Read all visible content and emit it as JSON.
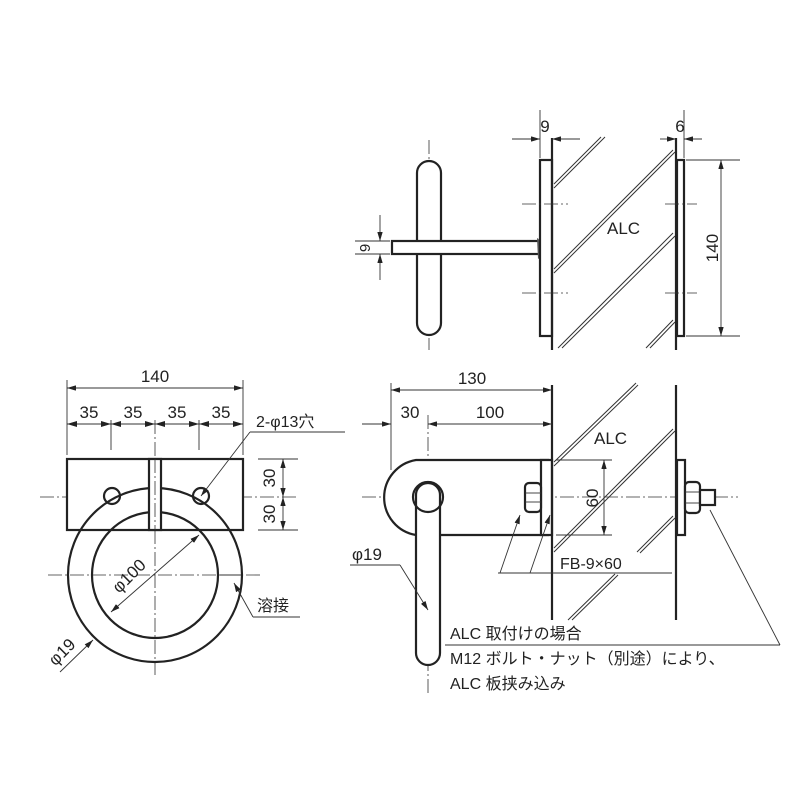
{
  "top_view": {
    "dim_plate": "9",
    "dim_washer": "6",
    "dim_height": "140",
    "dim_bar": "9",
    "material": "ALC"
  },
  "front_view": {
    "dim_total": "140",
    "dim_pitch": [
      "35",
      "35",
      "35",
      "35"
    ],
    "hole_note": "2-φ13穴",
    "dim_upper": "30",
    "dim_lower": "30",
    "dim_ring": "φ100",
    "dim_rod": "φ19",
    "weld_note": "溶接"
  },
  "side_view": {
    "dim_total": "130",
    "dim_left": "30",
    "dim_right": "100",
    "dim_height": "60",
    "material": "ALC",
    "rod": "φ19",
    "flat_bar": "FB-9×60"
  },
  "notes": [
    "ALC 取付けの場合",
    "M12 ボルト・ナット（別途）により、",
    "ALC 板挟み込み"
  ]
}
